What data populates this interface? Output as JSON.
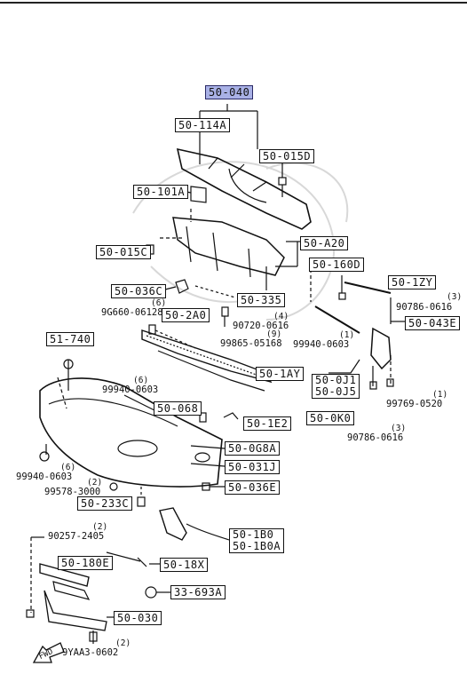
{
  "title_box": "50-040",
  "callouts": {
    "c_50_114a": "50-114A",
    "c_50_015d": "50-015D",
    "c_50_101a": "50-101A",
    "c_50_015c": "50-015C",
    "c_50_a20": "50-A20",
    "c_50_160d": "50-160D",
    "c_50_1zy": "50-1ZY",
    "c_50_036c": "50-036C",
    "c_50_335": "50-335",
    "c_50_2a0": "50-2A0",
    "c_50_043e": "50-043E",
    "c_51_740": "51-740",
    "c_50_1ay": "50-1AY",
    "c_50_0j1": "50-0J1",
    "c_50_0j5": "50-0J5",
    "c_50_068": "50-068",
    "c_50_1e2": "50-1E2",
    "c_50_0k0": "50-0K0",
    "c_50_0g8a": "50-0G8A",
    "c_50_031j": "50-031J",
    "c_50_036e": "50-036E",
    "c_50_233c": "50-233C",
    "c_50_1b0": "50-1B0",
    "c_50_1b0a": "50-1B0A",
    "c_50_180e": "50-180E",
    "c_50_18x": "50-18X",
    "c_33_693a": "33-693A",
    "c_50_030": "50-030"
  },
  "part_numbers": {
    "p1": "9G660-06128",
    "p2": "90720-0616",
    "p3": "99865-05168",
    "p4": "99940-0603",
    "p5": "90786-0616",
    "p6": "99940-0603",
    "p7": "99769-0520",
    "p8": "90786-0616",
    "p9": "99940-0603",
    "p10": "99578-3000",
    "p11": "90257-2405",
    "p12": "9YAA3-0602"
  },
  "quantities": {
    "q1": "(6)",
    "q2": "(4)",
    "q3": "(9)",
    "q4": "(1)",
    "q5": "(3)",
    "q6": "(6)",
    "q7": "(1)",
    "q8": "(3)",
    "q9": "(6)",
    "q10": "(2)",
    "q11": "(2)",
    "q12": "(2)"
  },
  "fwd_label": "FWD",
  "colors": {
    "highlight": "#a9b1e6",
    "ink": "#111111"
  }
}
